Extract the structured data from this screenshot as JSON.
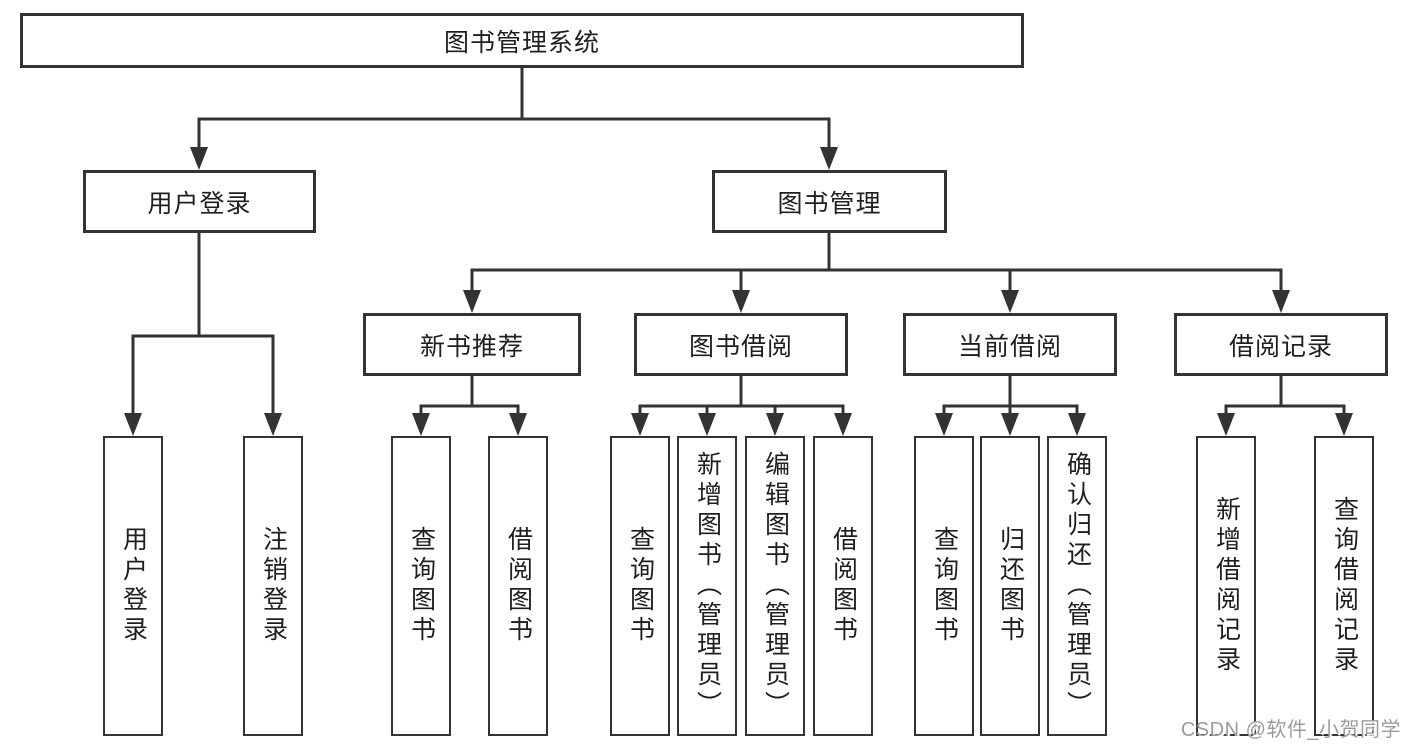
{
  "diagram": {
    "root": {
      "label": "图书管理系统",
      "children": [
        {
          "label": "用户登录",
          "children": [
            {
              "label": "用户登录"
            },
            {
              "label": "注销登录"
            }
          ]
        },
        {
          "label": "图书管理",
          "children": [
            {
              "label": "新书推荐",
              "children": [
                {
                  "label": "查询图书"
                },
                {
                  "label": "借阅图书"
                }
              ]
            },
            {
              "label": "图书借阅",
              "children": [
                {
                  "label": "查询图书"
                },
                {
                  "label": "新增图书（管理员）"
                },
                {
                  "label": "编辑图书（管理员）"
                },
                {
                  "label": "借阅图书"
                }
              ]
            },
            {
              "label": "当前借阅",
              "children": [
                {
                  "label": "查询图书"
                },
                {
                  "label": "归还图书"
                },
                {
                  "label": "确认归还（管理员）"
                }
              ]
            },
            {
              "label": "借阅记录",
              "children": [
                {
                  "label": "新增借阅记录"
                },
                {
                  "label": "查询借阅记录"
                }
              ]
            }
          ]
        }
      ]
    }
  },
  "watermark": {
    "text": "CSDN @软件_小贺同学"
  },
  "colors": {
    "line": "#333333",
    "box_border": "#333333",
    "box_background": "#ffffff",
    "text": "#1f1f1f",
    "page_background": "#ffffff",
    "watermark": "#9c9c9c"
  }
}
